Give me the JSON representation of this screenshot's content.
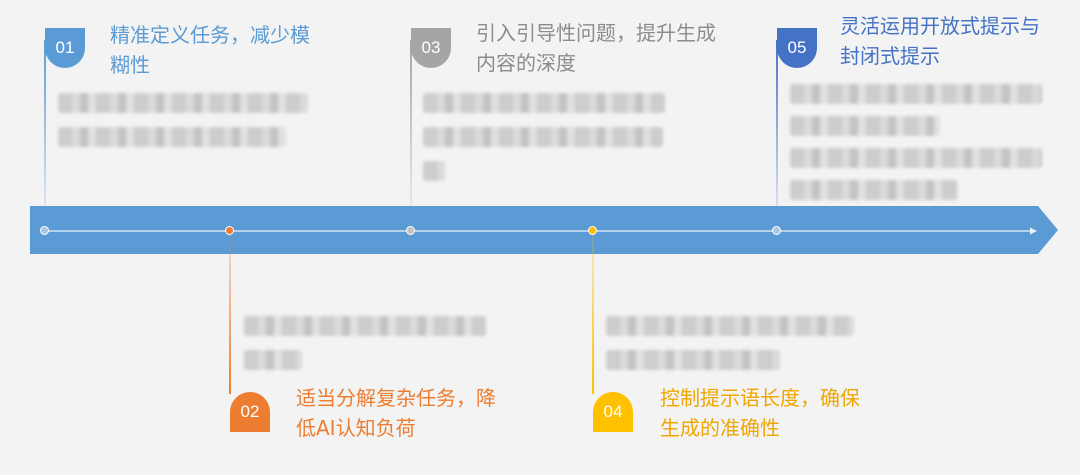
{
  "colors": {
    "bar": "#5b9bd5",
    "s1": "#5b9bd5",
    "s2": "#ed7d31",
    "s3": "#a5a5a5",
    "s4": "#ffc000",
    "s5": "#4472c4"
  },
  "steps": [
    {
      "num": "01",
      "title": "精准定义任务，减少模糊性"
    },
    {
      "num": "02",
      "title": "适当分解复杂任务，降低AI认知负荷"
    },
    {
      "num": "03",
      "title": "引入引导性问题，提升生成内容的深度"
    },
    {
      "num": "04",
      "title": "控制提示语长度，确保生成的准确性"
    },
    {
      "num": "05",
      "title": "灵活运用开放式提示与封闭式提示"
    }
  ]
}
